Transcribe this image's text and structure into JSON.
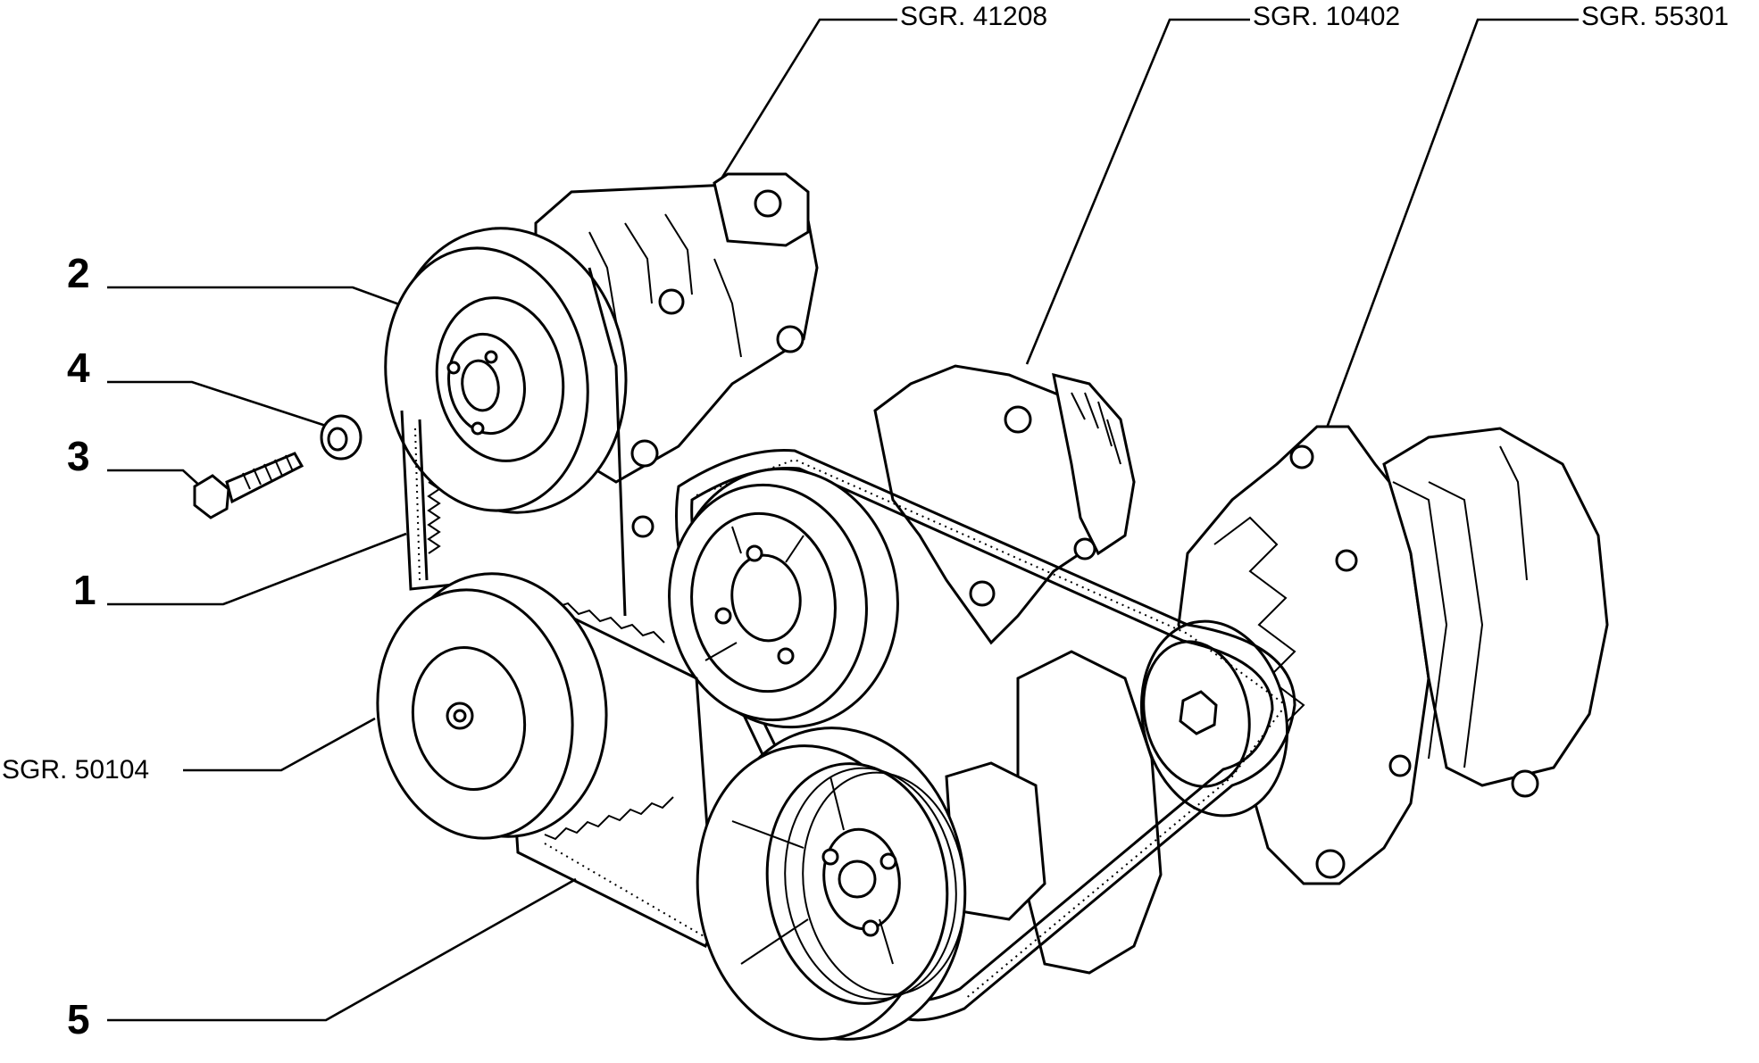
{
  "callouts": {
    "item_1": "1",
    "item_2": "2",
    "item_3": "3",
    "item_4": "4",
    "item_5": "5"
  },
  "references": {
    "ref_power_steering_pump": "SGR. 41208",
    "ref_water_pump": "SGR. 10402",
    "ref_alternator": "SGR. 55301",
    "ref_crank_pulley": "SGR. 50104"
  },
  "colors": {
    "ink": "#000000",
    "paper": "#ffffff"
  }
}
